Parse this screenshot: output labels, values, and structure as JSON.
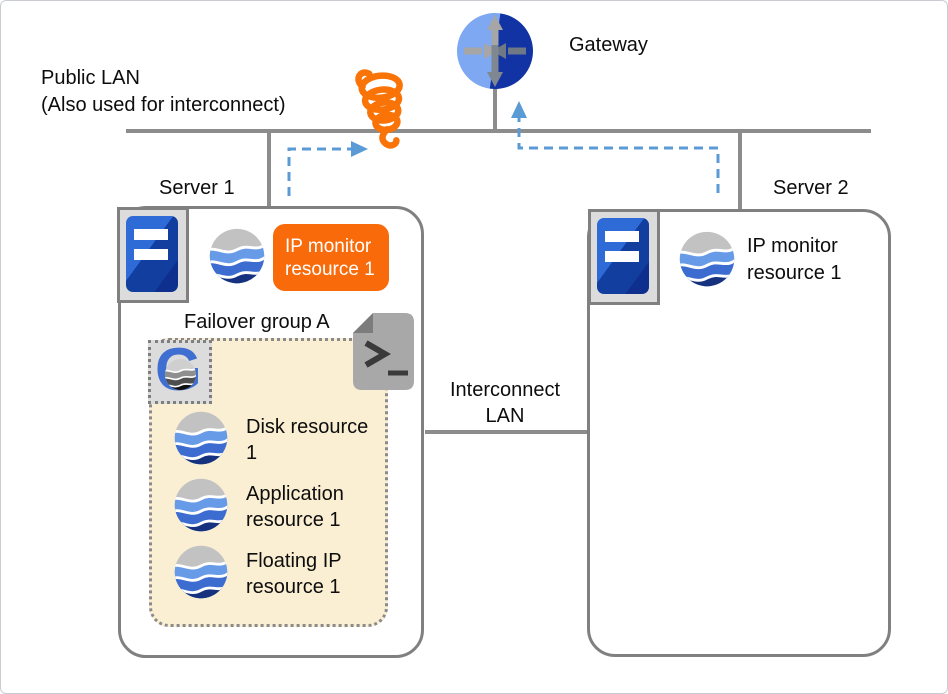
{
  "diagram": {
    "public_lan_line1": "Public LAN",
    "public_lan_line2": "(Also used for interconnect)",
    "gateway_label": "Gateway",
    "interconnect_line1": "Interconnect",
    "interconnect_line2": "LAN",
    "server1": {
      "label": "Server 1",
      "ip_monitor_badge": "IP monitor resource 1",
      "failover_group_title": "Failover group A",
      "resources": [
        "Disk resource 1",
        "Application resource 1",
        "Floating IP resource 1"
      ]
    },
    "server2": {
      "label": "Server 2",
      "ip_monitor_label": "IP monitor resource 1"
    },
    "icons": {
      "gateway": "router-gateway-icon",
      "server": "server-tower-icon",
      "resource": "cluster-resource-wave-icon",
      "group": "failover-group-g-icon",
      "group_letter": "G",
      "script": "script-file-icon",
      "failure": "orange-scribble-failure-icon"
    },
    "colors": {
      "badge_orange": "#F86A0A",
      "scribble_orange": "#F97306",
      "arrow_blue": "#5B9BD5",
      "lan_line_gray": "#8C8C8C",
      "box_border_gray": "#808080",
      "group_fill": "#FAEFD2"
    }
  }
}
